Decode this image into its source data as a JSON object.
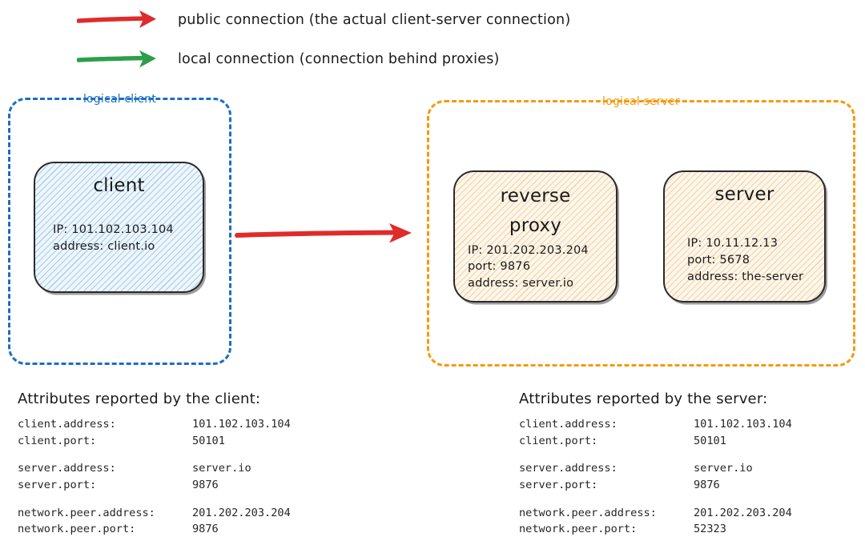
{
  "colors": {
    "public_arrow": "#e02b2b",
    "local_arrow": "#2e9e4a",
    "logical_client_border": "#1a6fc4",
    "logical_server_border": "#f59a0b",
    "client_fill": "#eef6fc",
    "server_fill": "#fdf6ea",
    "node_border": "#2a2a2a",
    "background": "#ffffff"
  },
  "legend": {
    "items": [
      {
        "icon": "red-right-arrow-icon",
        "color": "#e02b2b",
        "label": "public connection (the actual client-server connection)"
      },
      {
        "icon": "green-right-arrow-icon",
        "color": "#2e9e4a",
        "label": "local connection (connection behind proxies)"
      }
    ]
  },
  "diagram": {
    "logical_client": {
      "title": "logical client",
      "node": {
        "title": "client",
        "lines": [
          "IP: 101.102.103.104",
          "address: client.io"
        ]
      }
    },
    "logical_server": {
      "title": "logical server",
      "nodes": [
        {
          "title": "reverse\nproxy",
          "title_line1": "reverse",
          "title_line2": "proxy",
          "lines": [
            "IP: 201.202.203.204",
            "port: 9876",
            "address: server.io"
          ]
        },
        {
          "title": "server",
          "title_line1": "server",
          "title_line2": "",
          "lines": [
            "IP: 10.11.12.13",
            "port: 5678",
            "address: the-server"
          ]
        }
      ]
    },
    "connector": {
      "name": "public-connection-arrow",
      "color": "#e02b2b",
      "from": "client",
      "to": "reverse proxy"
    }
  },
  "attributes_client": {
    "header": "Attributes reported by the client:",
    "groups": [
      [
        {
          "key": "client.address:",
          "value": "101.102.103.104"
        },
        {
          "key": "client.port:",
          "value": "50101"
        }
      ],
      [
        {
          "key": "server.address:",
          "value": "server.io"
        },
        {
          "key": "server.port:",
          "value": "9876"
        }
      ],
      [
        {
          "key": "network.peer.address:",
          "value": "201.202.203.204"
        },
        {
          "key": "network.peer.port:",
          "value": "9876"
        }
      ]
    ]
  },
  "attributes_server": {
    "header": "Attributes reported by the server:",
    "groups": [
      [
        {
          "key": "client.address:",
          "value": "101.102.103.104"
        },
        {
          "key": "client.port:",
          "value": "50101"
        }
      ],
      [
        {
          "key": "server.address:",
          "value": "server.io"
        },
        {
          "key": "server.port:",
          "value": "9876"
        }
      ],
      [
        {
          "key": "network.peer.address:",
          "value": "201.202.203.204"
        },
        {
          "key": "network.peer.port:",
          "value": "52323"
        }
      ]
    ]
  }
}
